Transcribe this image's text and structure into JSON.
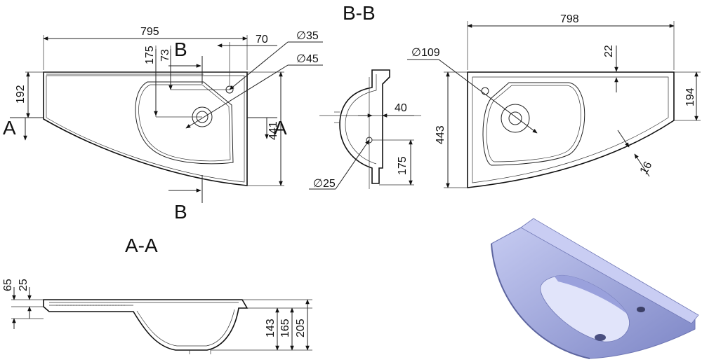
{
  "section_labels": {
    "bb_title": "B-B",
    "aa_title": "A-A",
    "a_left": "A",
    "a_right": "A",
    "b_top": "B",
    "b_bottom": "B"
  },
  "top_view": {
    "width": "795",
    "right_offset": "70",
    "hole_small": "∅35",
    "hole_drain": "∅45",
    "dim_175": "175",
    "dim_73": "73",
    "dim_192": "192",
    "depth": "441"
  },
  "section_bb": {
    "dim_40": "40",
    "dim_175": "175",
    "drain": "∅25"
  },
  "bottom_view": {
    "width": "798",
    "hole": "∅109",
    "dim_22": "22",
    "dim_194": "194",
    "depth": "443",
    "dim_16": "16"
  },
  "section_aa": {
    "dim_65": "65",
    "dim_25": "25",
    "dim_143": "143",
    "dim_165": "165",
    "dim_205": "205"
  },
  "render_3d": {
    "fill_color": "#a7aee6",
    "shade_color": "#7f87c8"
  }
}
